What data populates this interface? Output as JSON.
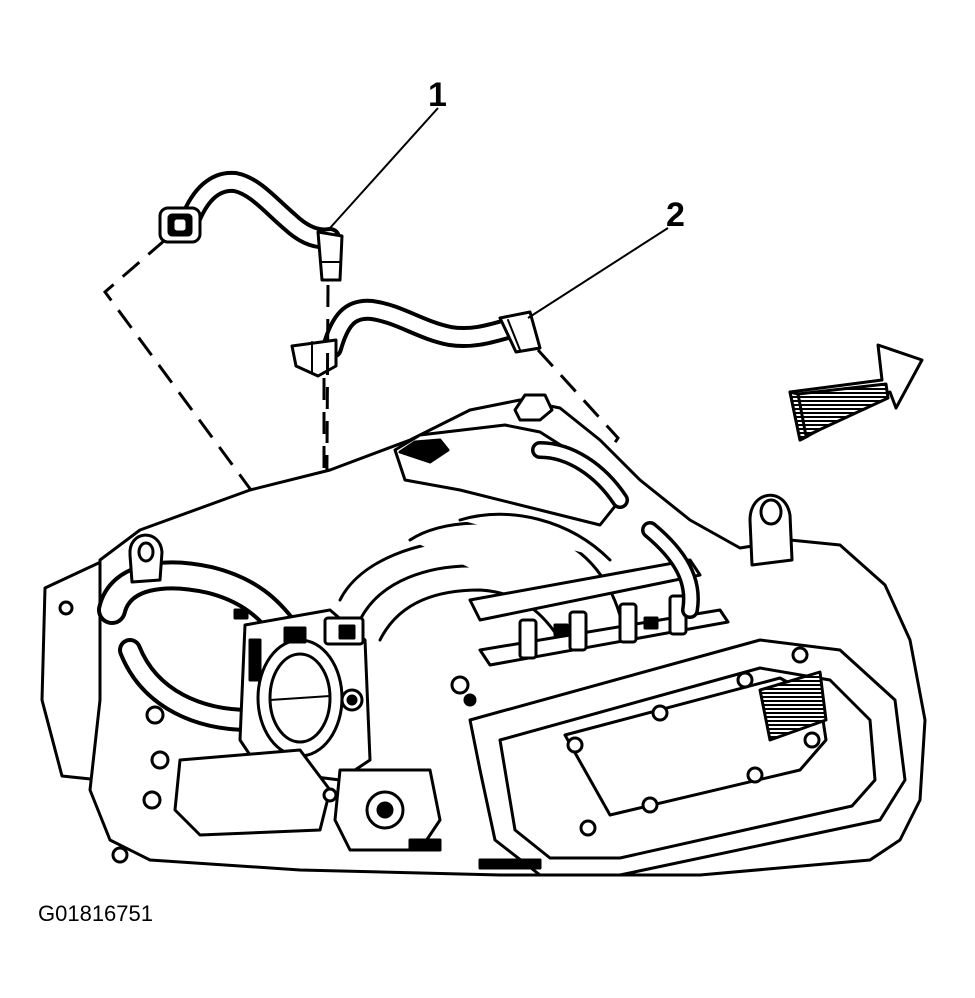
{
  "callouts": [
    {
      "id": "1",
      "label": "1"
    },
    {
      "id": "2",
      "label": "2"
    }
  ],
  "figure_id": "G01816751",
  "colors": {
    "ink": "#000000",
    "paper": "#ffffff"
  },
  "icons": [
    "direction-arrow-icon"
  ]
}
